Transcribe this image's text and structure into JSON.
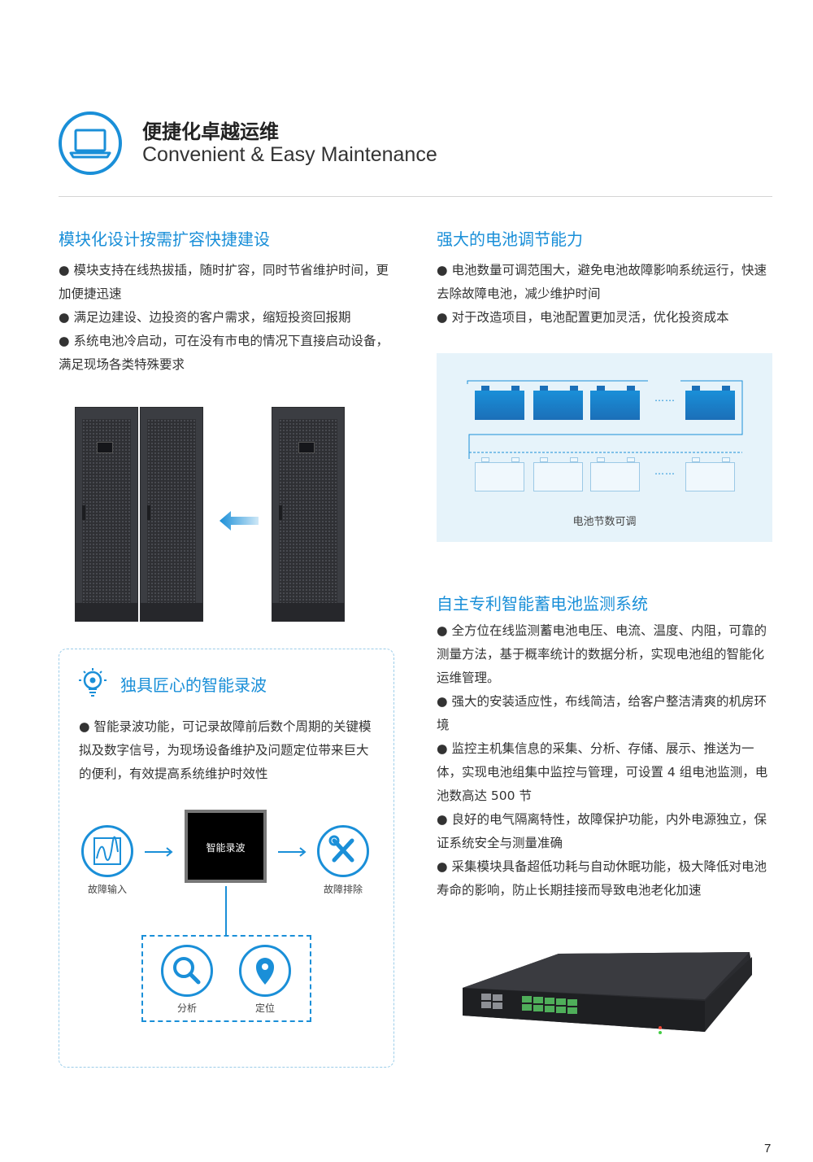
{
  "header": {
    "icon": "laptop-icon",
    "title_cn": "便捷化卓越运维",
    "title_en": "Convenient & Easy Maintenance"
  },
  "modular": {
    "heading": "模块化设计按需扩容快捷建设",
    "bullets": [
      "● 模块支持在线热拔插，随时扩容，同时节省维护时间，更加便捷迅速",
      "● 满足边建设、边投资的客户需求，缩短投资回报期",
      "● 系统电池冷启动，可在没有市电的情况下直接启动设备，满足现场各类特殊要求"
    ]
  },
  "battery": {
    "heading": "强大的电池调节能力",
    "bullets": [
      "● 电池数量可调范围大，避免电池故障影响系统运行，快速去除故障电池，减少维护时间",
      "● 对于改造项目，电池配置更加灵活，优化投资成本"
    ],
    "diagram_dots": "……",
    "diagram_caption": "电池节数可调"
  },
  "wave": {
    "icon": "lightbulb-gear-icon",
    "heading": "独具匠心的智能录波",
    "bullet": "● 智能录波功能，可记录故障前后数个周期的关键模拟及数字信号，为现场设备维护及问题定位带来巨大的便利，有效提高系统维护时效性",
    "center_label": "智能录波",
    "input_label": "故障输入",
    "output_label": "故障排除",
    "analyze_label": "分析",
    "locate_label": "定位"
  },
  "monitor": {
    "heading": "自主专利智能蓄电池监测系统",
    "bullets": [
      "● 全方位在线监测蓄电池电压、电流、温度、内阻，可靠的测量方法，基于概率统计的数据分析，实现电池组的智能化运维管理。",
      "● 强大的安装适应性，布线简洁，给客户整洁清爽的机房环境",
      "● 监控主机集信息的采集、分析、存储、展示、推送为一体，实现电池组集中监控与管理，可设置 4 组电池监测，电池数高达 500 节",
      "● 良好的电气隔离特性，故障保护功能，内外电源独立，保证系统安全与测量准确",
      "● 采集模块具备超低功耗与自动休眠功能，极大降低对电池寿命的影响，防止长期挂接而导致电池老化加速"
    ]
  },
  "page_number": "7",
  "colors": {
    "accent": "#1a8fd8",
    "light_panel": "#e6f3fa"
  }
}
